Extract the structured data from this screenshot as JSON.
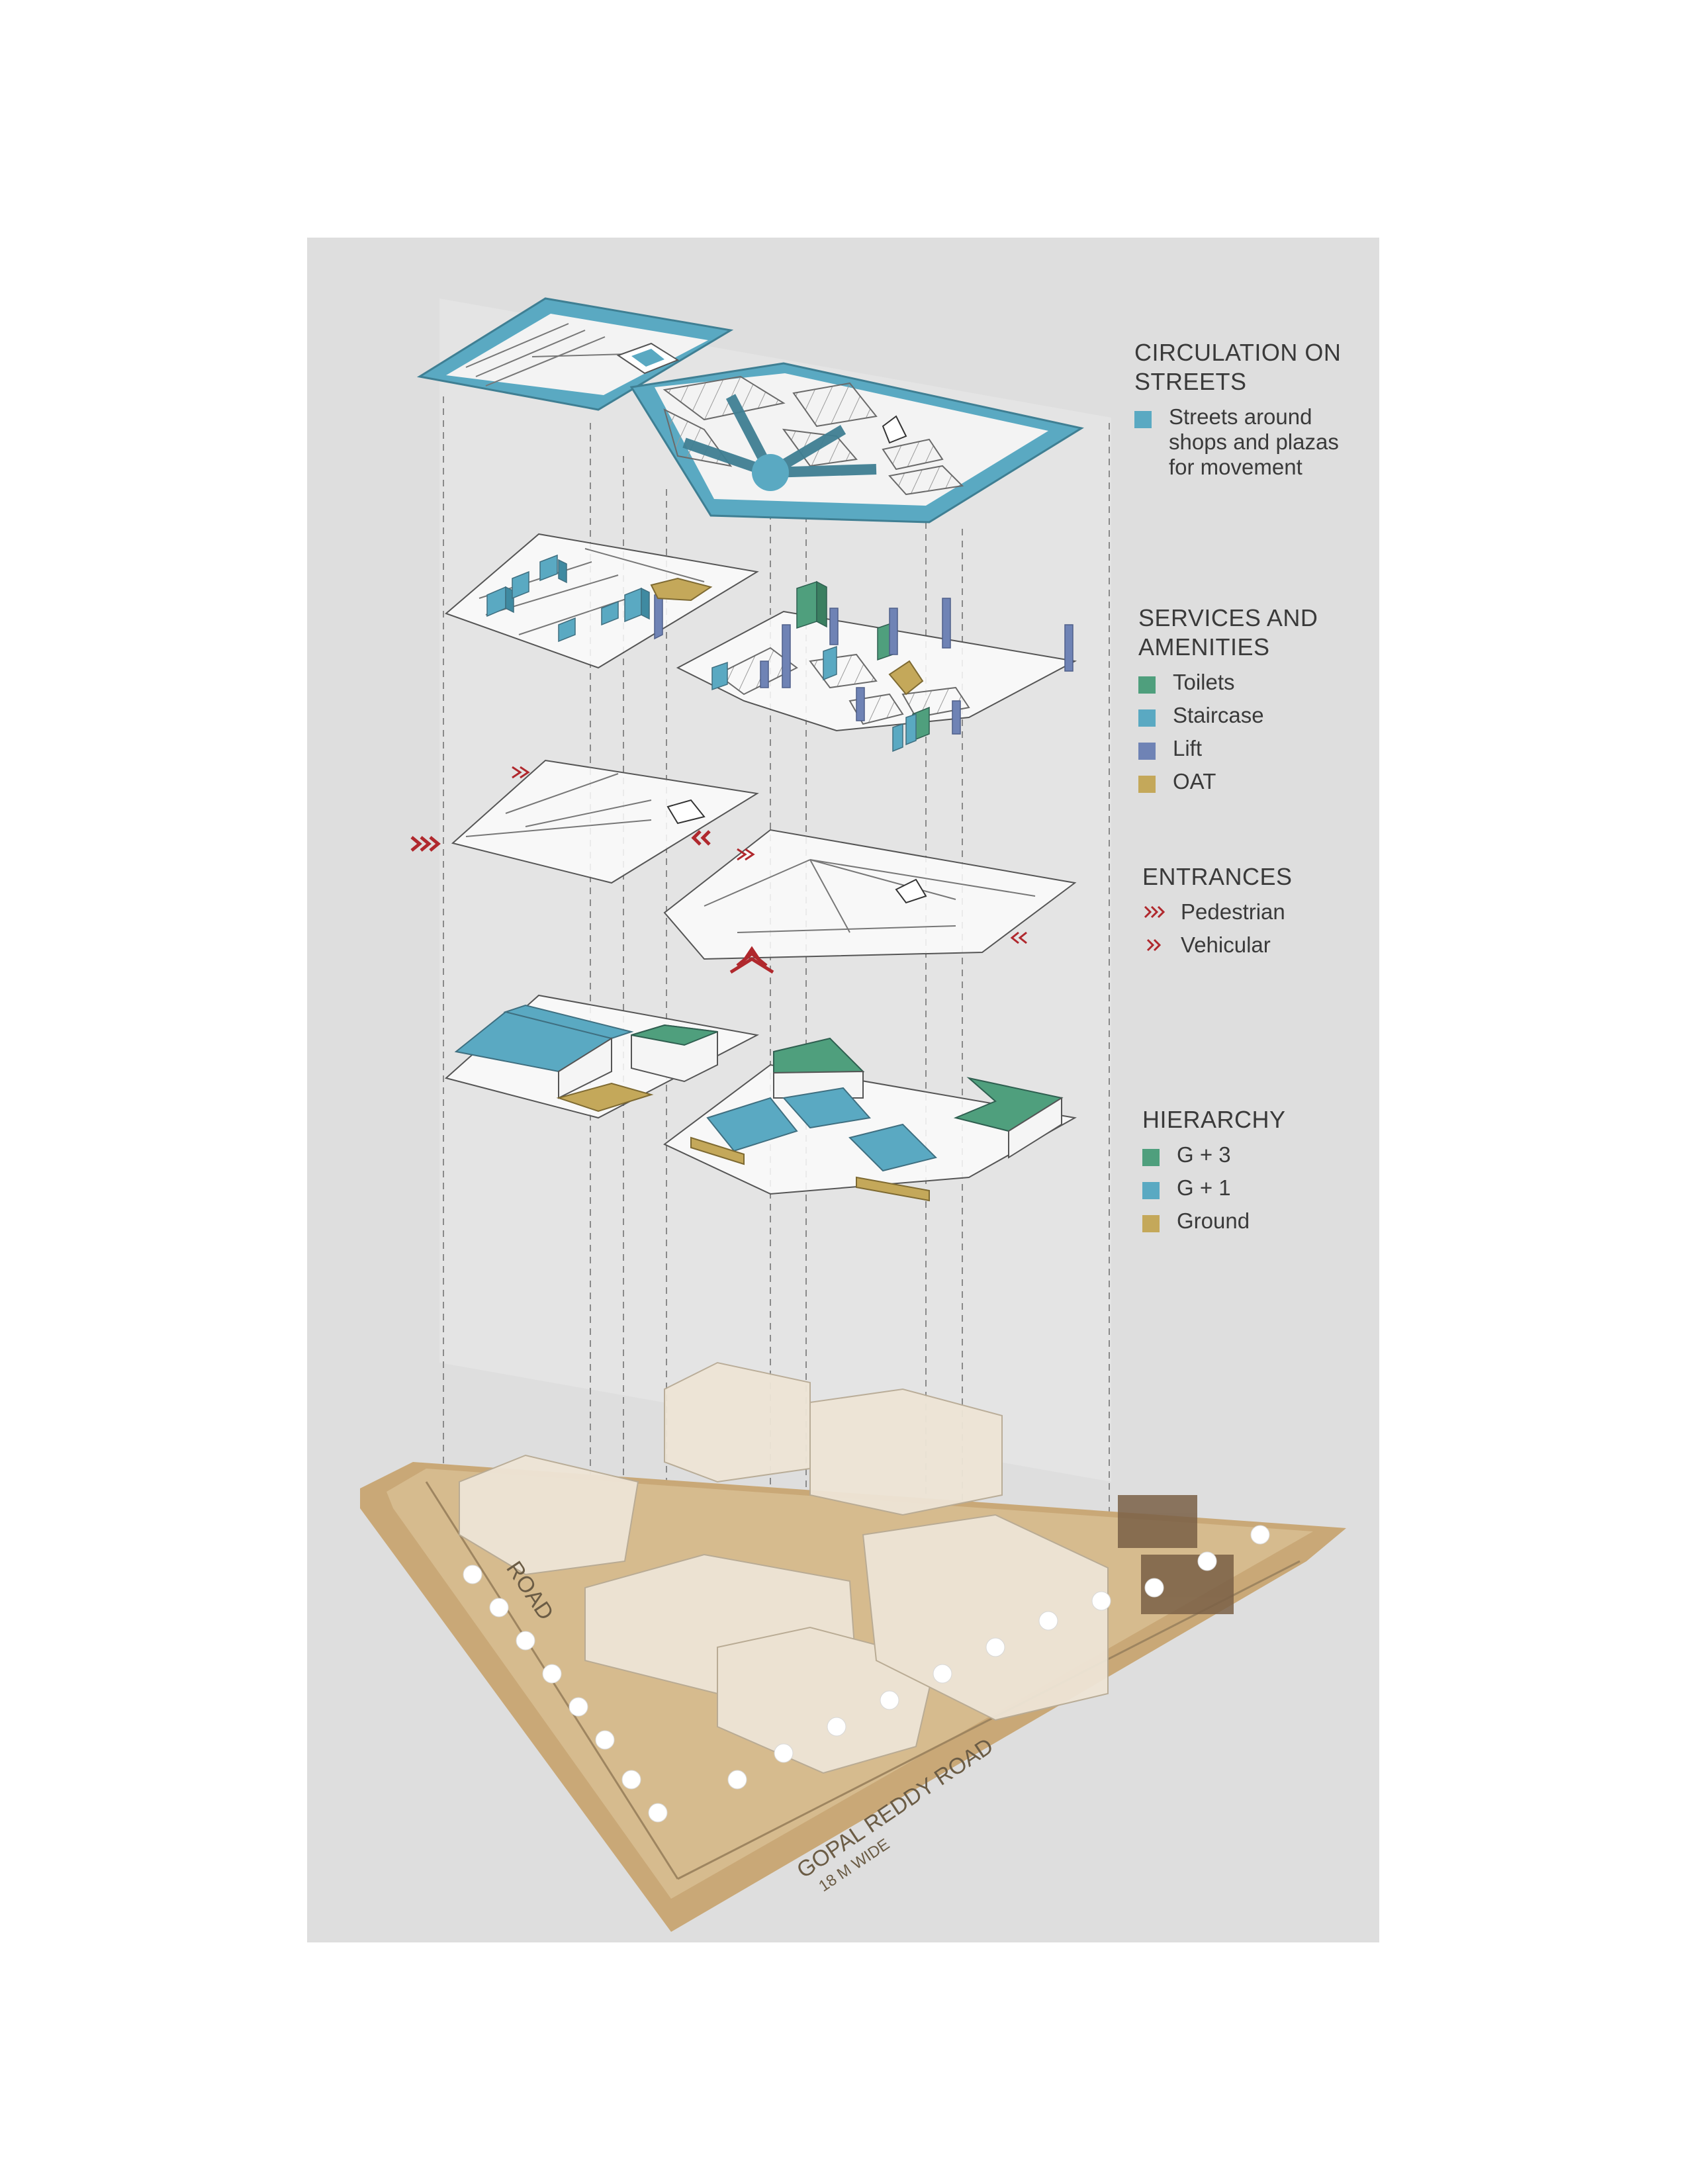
{
  "legend": {
    "circulation": {
      "heading": "CIRCULATION ON STREETS",
      "items": [
        {
          "label": "Streets around shops and plazas for movement",
          "color": "#5aa9c2"
        }
      ]
    },
    "services": {
      "heading": "SERVICES AND AMENITIES",
      "items": [
        {
          "label": "Toilets",
          "color": "#4f9f7d"
        },
        {
          "label": "Staircase",
          "color": "#5aa9c2"
        },
        {
          "label": "Lift",
          "color": "#6f83b5"
        },
        {
          "label": "OAT",
          "color": "#c4a85a"
        }
      ]
    },
    "entrances": {
      "heading": "ENTRANCES",
      "items": [
        {
          "label": "Pedestrian",
          "color": "#b0282d",
          "icon": "triple-chevron-icon"
        },
        {
          "label": "Vehicular",
          "color": "#b0282d",
          "icon": "double-chevron-icon"
        }
      ]
    },
    "hierarchy": {
      "heading": "HIERARCHY",
      "items": [
        {
          "label": "G + 3",
          "color": "#4f9f7d"
        },
        {
          "label": "G + 1",
          "color": "#5aa9c2"
        },
        {
          "label": "Ground",
          "color": "#c4a85a"
        }
      ]
    }
  },
  "model": {
    "road_left": "ROAD",
    "road_bottom": "GOPAL REDDY ROAD",
    "road_bottom_width": "18 M WIDE"
  },
  "colors": {
    "sheet": "#dedede",
    "line": "#555555",
    "dash": "#8a8a8a",
    "model_base": "#c9a877",
    "model_building": "#eee5d6"
  }
}
